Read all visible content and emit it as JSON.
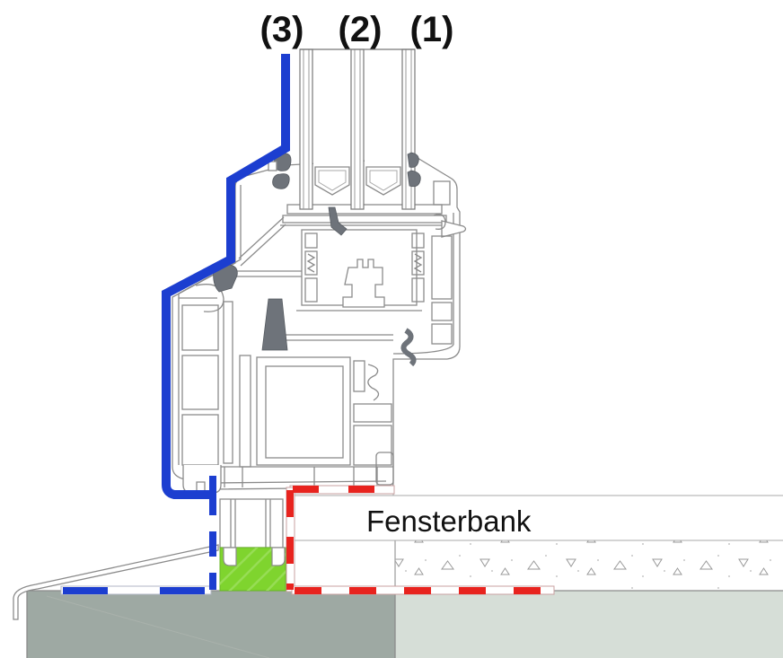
{
  "diagram": {
    "position_labels": [
      {
        "id": "3",
        "text": "(3)"
      },
      {
        "id": "2",
        "text": "(2)"
      },
      {
        "id": "1",
        "text": "(1)"
      }
    ],
    "sill_label": "Fensterbank",
    "colors": {
      "seal_blue": "#1c3ed0",
      "seal_red": "#e8231e",
      "support_green": "#7fd42e",
      "slab_left_gray": "#9ea9a3",
      "slab_right_gray": "#d6ded7",
      "profile_outline": "#8b8b8b"
    }
  }
}
